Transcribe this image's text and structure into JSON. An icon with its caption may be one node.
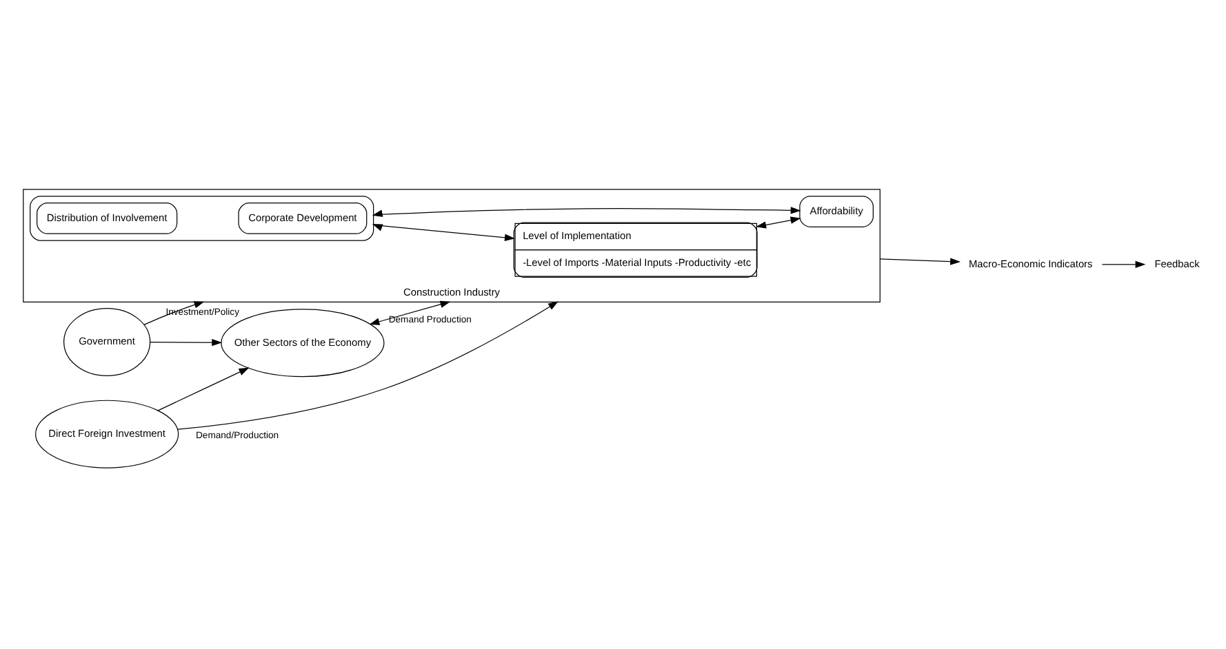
{
  "diagram": {
    "nodes": [
      {
        "text": [
          "Government"
        ]
      },
      {
        "text": [
          "Other Sectors of the Economy"
        ]
      },
      {
        "text": [
          "Direct Foreign Investment"
        ]
      },
      {
        "text": [
          "Construction Industry"
        ]
      },
      {
        "text": [],
        "shape": "box",
        "in": 3
      },
      {
        "text": [
          "Corporate Development"
        ],
        "in": 4
      },
      {
        "text": [
          "Distribution of Involvement"
        ],
        "in": 4
      },
      {
        "text": [
          "Level of Implementation",
          "-Level of Imports -Material Inputs -Productivity -etc"
        ],
        "in": 3
      },
      {
        "text": [
          "Affordability"
        ],
        "in": 3
      },
      {
        "text": [
          "Macro-Economic Indicators"
        ]
      },
      {
        "text": [
          "Feedback"
        ]
      }
    ],
    "edges": [
      {
        "from": 0,
        "to": 3,
        "arrow": "to",
        "label": "Investment/Policy"
      },
      {
        "from": 0,
        "to": 1,
        "arrow": "to"
      },
      {
        "from": 2,
        "to": 1,
        "arrow": "to"
      },
      {
        "from": 1,
        "to": 3,
        "arrow": "both",
        "label": "Demand Production"
      },
      {
        "from": 2,
        "to": 3,
        "arrow": "to",
        "label": "Demand/Production"
      },
      {
        "from": 4,
        "to": 7,
        "arrow": "both"
      },
      {
        "from": 4,
        "to": 8,
        "arrow": "both"
      },
      {
        "from": 7,
        "to": 8,
        "arrow": "both"
      },
      {
        "from": 3,
        "to": 9,
        "arrow": "to"
      },
      {
        "from": 9,
        "to": 10,
        "arrow": "to"
      }
    ]
  }
}
